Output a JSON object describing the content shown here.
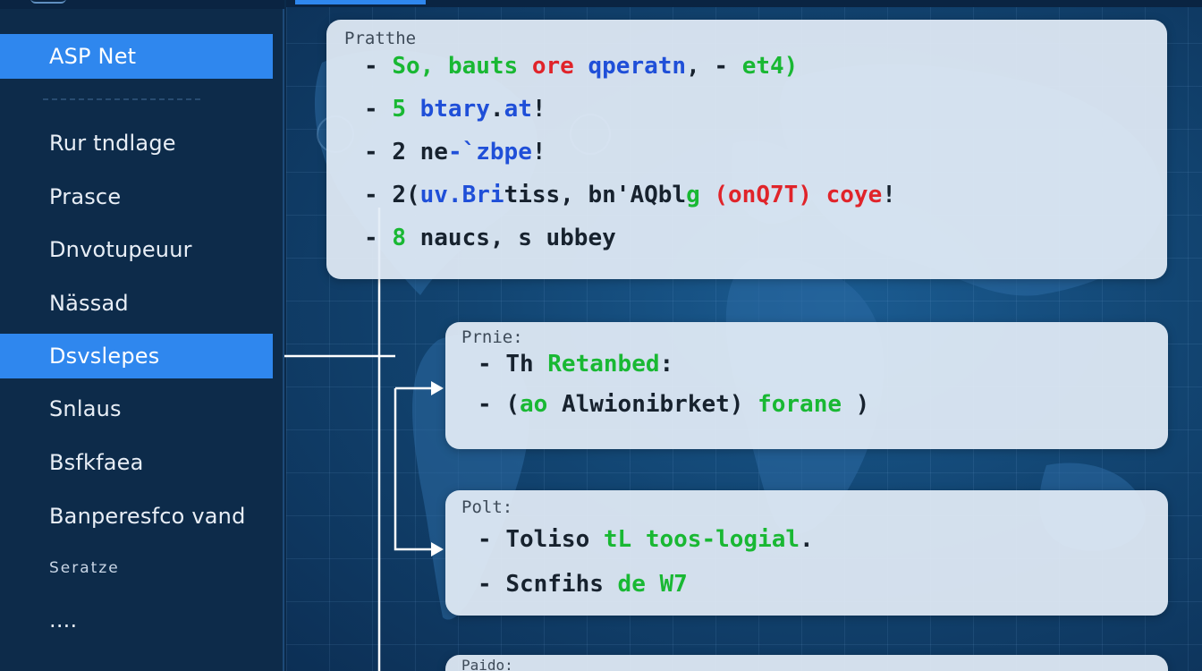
{
  "sidebar": {
    "items": [
      {
        "label": "ASP Net",
        "active": true
      },
      {
        "label": "Rur tndlage"
      },
      {
        "label": "Prasce"
      },
      {
        "label": "Dnvotupeuur"
      },
      {
        "label": "Nässad"
      },
      {
        "label": "Dsvslepes",
        "active": true
      },
      {
        "label": "Snlaus"
      },
      {
        "label": "Bsfkfaea"
      },
      {
        "label": "Banperesfco vand"
      },
      {
        "label": "Seratze"
      },
      {
        "label": "...."
      }
    ]
  },
  "panels": {
    "practice": {
      "title": "Pratthe",
      "lines": [
        {
          "prefix": "- ",
          "s1": "So, ",
          "s2": "bauts ",
          "s3": "ore ",
          "s4": "qperatn",
          "s5": ", - ",
          "s6": "et4)"
        },
        {
          "prefix": "- ",
          "s1": "5 ",
          "s2": "btary",
          "s3": ".",
          "s4": "at",
          "s5": "!"
        },
        {
          "prefix": "- ",
          "s1": "2 ne",
          "s2": "-`",
          "s3": "zbpe",
          "s4": "!"
        },
        {
          "prefix": "- ",
          "s1": "2(",
          "s2": "uv.",
          "s3": "Bri",
          "s4": "tiss, bn'AQbl",
          "s5": "g",
          "s6": " (onQ7T)",
          "s7": " coye",
          "s8": "!"
        },
        {
          "prefix": "- ",
          "s1": "8 ",
          "s2": "naucs, s ubbey"
        }
      ]
    },
    "profile": {
      "title": "Prnie:",
      "lines": [
        {
          "prefix": "- ",
          "s1": "Th ",
          "s2": "Retanbed",
          "s3": ":"
        },
        {
          "prefix": "- ",
          "s1": "(",
          "s2": "ao ",
          "s3": "Alwionibrket) ",
          "s4": "forane",
          "s5": " )"
        }
      ]
    },
    "polt": {
      "title": "Polt:",
      "lines": [
        {
          "prefix": "- ",
          "s1": "Toliso ",
          "s2": "tL toos-logial",
          "s3": "."
        },
        {
          "prefix": "- ",
          "s1": "Scnfihs ",
          "s2": "de W7"
        }
      ]
    },
    "bottom": {
      "title": "Paido:"
    }
  },
  "colors": {
    "sidebar_bg": "#0d2b4a",
    "active_item": "#2f87ee",
    "panel_bg": "#e2ecf6",
    "code_green": "#19b833",
    "code_red": "#e0242a",
    "code_blue": "#1f4fd8"
  }
}
